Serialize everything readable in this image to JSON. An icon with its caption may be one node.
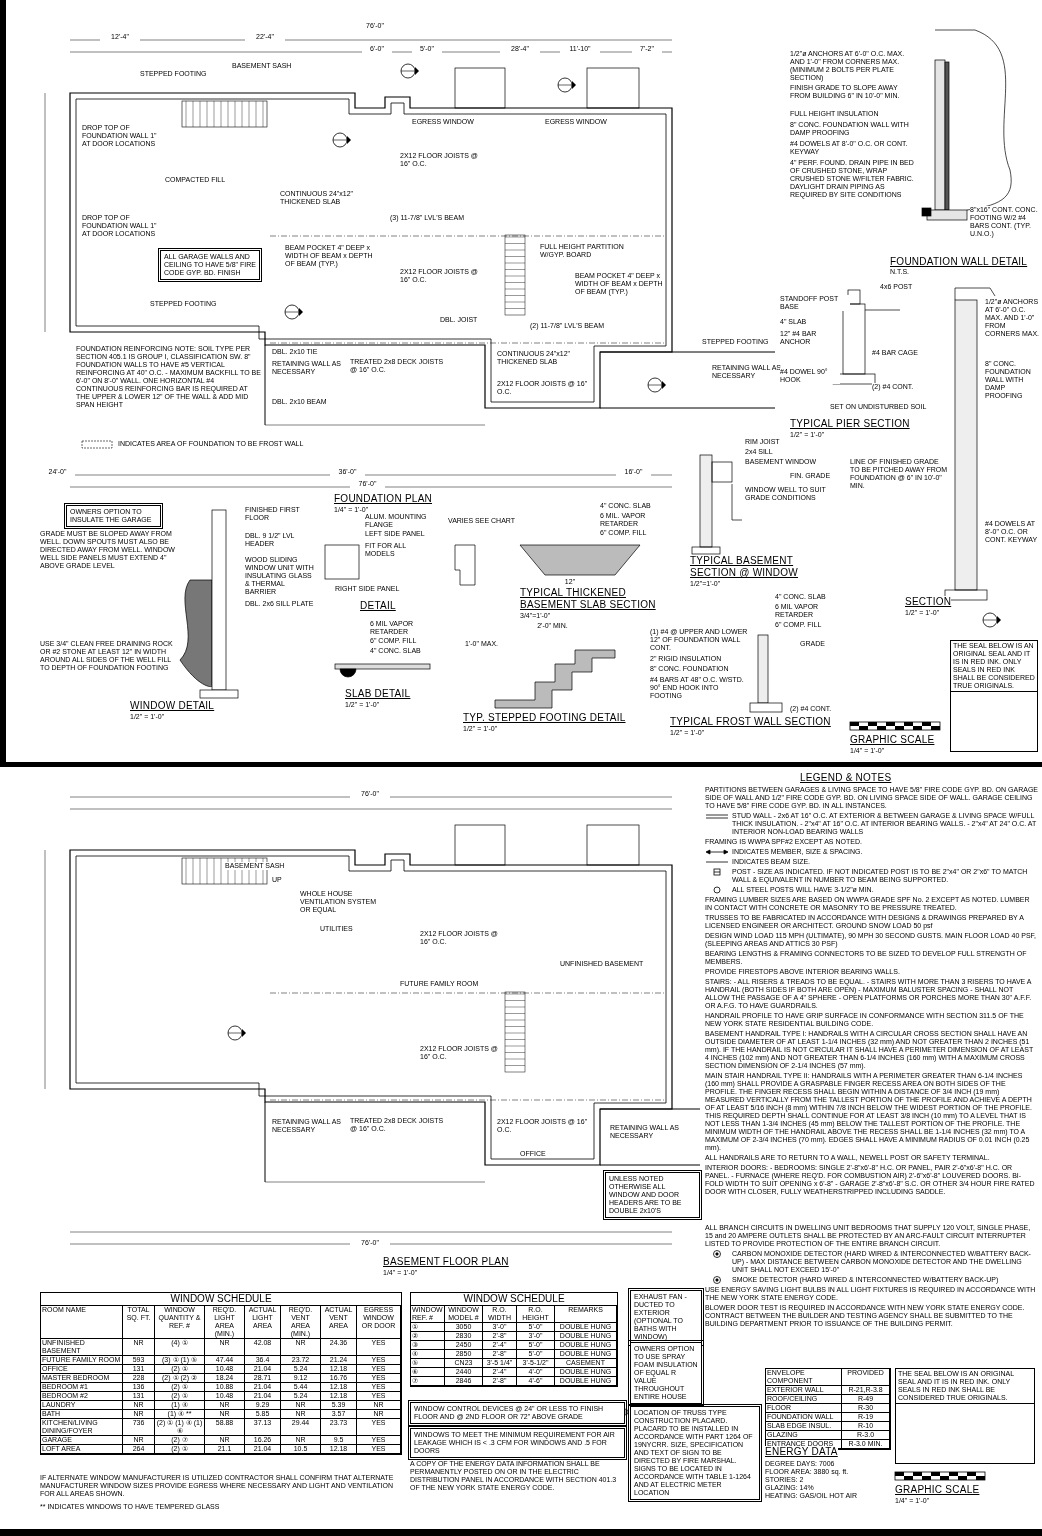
{
  "diagram": {
    "labels": [
      "76'-0\"",
      "12'-4\"",
      "22'-4\"",
      "6'-0\"",
      "5'-0\"",
      "28'-4\"",
      "11'-10\"",
      "7'-2\"",
      "STEPPED FOOTING",
      "BASEMENT SASH",
      "EGRESS WINDOW",
      "EGRESS WINDOW",
      "DROP TOP OF FOUNDATION WALL 1\" AT DOOR LOCATIONS",
      "DROP TOP OF FOUNDATION WALL 1\" AT DOOR LOCATIONS",
      "COMPACTED FILL",
      "2X12 FLOOR JOISTS @ 16\" O.C.",
      "CONTINUOUS 24\"x12\" THICKENED SLAB",
      "(3) 11-7/8\" LVL'S BEAM",
      "ALL GARAGE WALLS AND CEILING TO HAVE 5/8\" FIRE CODE GYP. BD. FINISH",
      "BEAM POCKET 4\" DEEP x WIDTH OF BEAM x DEPTH OF BEAM (TYP.)",
      "2X12 FLOOR JOISTS @ 16\" O.C.",
      "STEPPED FOOTING",
      "DBL. JOIST",
      "FULL HEIGHT PARTITION W/GYP. BOARD",
      "BEAM POCKET 4\" DEEP x WIDTH OF BEAM x DEPTH OF BEAM (TYP.)",
      "(2) 11-7/8\" LVL'S BEAM",
      "CONTINUOUS 24\"x12\" THICKENED SLAB",
      "2X12 FLOOR JOISTS @ 16\" O.C.",
      "STEPPED FOOTING",
      "RETAINING WALL AS NECESSARY",
      "DBL. 2x10 TIE",
      "RETAINING WALL AS NECESSARY",
      "TREATED 2x8 DECK JOISTS @ 16\" O.C.",
      "DBL. 2x10 BEAM",
      "FOUNDATION REINFORCING NOTE: SOIL TYPE PER SECTION 405.1 IS GROUP I, CLASSIFICATION SW. 8\" FOUNDATION WALLS TO HAVE #5 VERTICAL REINFORCING AT 40\" O.C. - MAXIMUM BACKFILL TO BE 6'-0\" ON 8'-0\" WALL. ONE HORIZONTAL #4 CONTINUOUS REINFORCING BAR IS REQUIRED AT THE UPPER & LOWER 12\" OF THE WALL & ADD MID SPAN HEIGHT",
      "INDICATES AREA OF FOUNDATION TO BE FROST WALL",
      "24'-0\"",
      "36'-0\"",
      "16'-0\"",
      "76'-0\"",
      "FOUNDATION PLAN",
      "1/4\" = 1'-0\"",
      "1/2\"ø ANCHORS AT 6'-0\" O.C. MAX. AND 1'-0\" FROM CORNERS MAX. (MINIMUM 2 BOLTS PER PLATE SECTION)",
      "FINISH GRADE TO SLOPE AWAY FROM BUILDING 6\" IN 10'-0\" MIN.",
      "FULL HEIGHT INSULATION",
      "8\" CONC. FOUNDATION WALL WITH DAMP PROOFING",
      "#4 DOWELS AT 8'-0\" O.C. OR CONT. KEYWAY",
      "4\" PERF. FOUND. DRAIN PIPE IN BED OF CRUSHED STONE, WRAP CRUSHED STONE W/FILTER FABRIC. DAYLIGHT DRAIN PIPING AS REQUIRED BY SITE CONDITIONS",
      "8\"x16\" CONT. CONC. FOOTING W/2 #4 BARS CONT. (TYP. U.N.O.)",
      "FOUNDATION WALL DETAIL",
      "N.T.S.",
      "4x6 POST",
      "STANDOFF POST BASE",
      "4\" SLAB",
      "12\" #4 BAR ANCHOR",
      "#4 BAR CAGE",
      "#4 DOWEL 90° HOOK",
      "(2) #4 CONT.",
      "SET ON UNDISTURBED SOIL",
      "TYPICAL PIER SECTION",
      "1/2\" = 1'-0\"",
      "1/2\"ø ANCHORS AT 6'-0\" O.C. MAX. AND 1'-0\" FROM CORNERS MAX.",
      "8\" CONC. FOUNDATION WALL WITH DAMP PROOFING",
      "LINE OF FINISHED GRADE TO BE PITCHED AWAY FROM FOUNDATION @ 6\" IN 10'-0\" MIN.",
      "#4 DOWELS AT 8'-0\" O.C. OR CONT. KEYWAY",
      "SECTION",
      "1/2\" = 1'-0\"",
      "RIM JOIST",
      "2x4 SILL",
      "BASEMENT WINDOW",
      "FIN. GRADE",
      "WINDOW WELL TO SUIT GRADE CONDITIONS",
      "TYPICAL BASEMENT SECTION @ WINDOW",
      "1/2\"=1'-0\"",
      "OWNERS OPTION TO INSULATE THE GARAGE",
      "GRADE MUST BE SLOPED AWAY FROM WELL. DOWN SPOUTS MUST ALSO BE DIRECTED AWAY FROM WELL. WINDOW WELL SIDE PANELS MUST EXTEND 4\" ABOVE GRADE LEVEL",
      "FINISHED FIRST FLOOR",
      "DBL. 9 1/2\" LVL HEADER",
      "WOOD SLIDING WINDOW UNIT WITH INSULATING GLASS & THERMAL BARRIER",
      "DBL. 2x6 SILL PLATE",
      "USE 3/4\" CLEAN FREE DRAINING ROCK OR #2 STONE AT LEAST 12\" IN WIDTH AROUND ALL SIDES OF THE WELL FILL TO DEPTH OF FOUNDATION FOOTING",
      "WINDOW DETAIL",
      "1/2\" = 1'-0\"",
      "ALUM. MOUNTING FLANGE",
      "LEFT SIDE PANEL",
      "FIT FOR ALL MODELS",
      "RIGHT SIDE PANEL",
      "VARIES SEE CHART",
      "DETAIL",
      "6 MIL VAPOR RETARDER",
      "6\" COMP. FILL",
      "4\" CONC. SLAB",
      "SLAB DETAIL",
      "1/2\" = 1'-0\"",
      "4\" CONC. SLAB",
      "6 MIL. VAPOR RETARDER",
      "6\" COMP. FILL",
      "12\"",
      "TYPICAL THICKENED BASEMENT SLAB SECTION",
      "3/4\"=1'-0\"",
      "2'-0\" MIN.",
      "1'-0\" MAX.",
      "TYP. STEPPED FOOTING DETAIL",
      "1/2\" = 1'-0\"",
      "4\" CONC. SLAB",
      "6 MIL VAPOR RETARDER",
      "6\" COMP. FILL",
      "GRADE",
      "(1) #4 @ UPPER AND LOWER 12\" OF FOUNDATION WALL CONT.",
      "2\" RIGID INSULATION",
      "8\" CONC. FOUNDATION",
      "#4 BARS AT 48\" O.C. W/STD. 90° END HOOK INTO FOOTING",
      "(2) #4 CONT.",
      "TYPICAL FROST WALL SECTION",
      "1/2\" = 1'-0\"",
      "GRAPHIC SCALE",
      "1/4\" = 1'-0\"",
      "THE SEAL BELOW IS AN ORIGINAL SEAL AND IT IS IN RED INK. ONLY SEALS IN RED INK SHALL BE CONSIDERED TRUE ORIGINALS.",
      "76'-0\"",
      "BASEMENT SASH",
      "UP",
      "WHOLE HOUSE VENTILATION SYSTEM OR EQUAL",
      "UTILITIES",
      "2X12 FLOOR JOISTS @ 16\" O.C.",
      "UNFINISHED BASEMENT",
      "FUTURE FAMILY ROOM",
      "2X12 FLOOR JOISTS @ 16\" O.C.",
      "RETAINING WALL AS NECESSARY",
      "TREATED 2x8 DECK JOISTS @ 16\" O.C.",
      "2X12 FLOOR JOISTS @ 16\" O.C.",
      "RETAINING WALL AS NECESSARY",
      "OFFICE",
      "UNLESS NOTED OTHERWISE ALL WINDOW AND DOOR HEADERS ARE TO BE DOUBLE 2x10'S",
      "76'-0\"",
      "BASEMENT FLOOR PLAN",
      "1/4\" = 1'-0\"",
      "LEGEND & NOTES",
      "PARTITIONS BETWEEN GARAGES & LIVING SPACE TO HAVE 5/8\" FIRE CODE GYP. BD. ON GARAGE SIDE OF WALL AND 1/2\" FIRE CODE GYP. BD. ON LIVING SPACE SIDE OF WALL. GARAGE CEILING TO HAVE 5/8\" FIRE CODE GYP. BD. IN ALL INSTANCES.",
      "STUD WALL - 2x6 AT 16\" O.C. AT EXTERIOR & BETWEEN GARAGE & LIVING SPACE W/FULL THICK INSULATION. - 2\"x4\" AT 16\" O.C. AT INTERIOR BEARING WALLS. - 2\"x4\" AT 24\" O.C. AT INTERIOR NON-LOAD BEARING WALLS",
      "FRAMING IS WWPA SPF#2 EXCEPT AS NOTED.",
      "INDICATES MEMBER, SIZE & SPACING.",
      "INDICATES BEAM SIZE.",
      "POST - SIZE AS INDICATED. IF NOT INDICATED POST IS TO BE 2\"x4\" OR 2\"x6\" TO MATCH WALL & EQUIVALENT IN NUMBER TO BEAM BEING SUPPORTED.",
      "ALL STEEL POSTS WILL HAVE 3-1/2\"ø MIN.",
      "FRAMING LUMBER SIZES ARE BASED ON WWPA GRADE SPF No. 2 EXCEPT AS NOTED. LUMBER IN CONTACT WITH CONCRETE OR MASONRY TO BE PRESSURE TREATED.",
      "TRUSSES TO BE FABRICATED IN ACCORDANCE WITH DESIGNS & DRAWINGS PREPARED BY A LICENSED ENGINEER OR ARCHITECT. GROUND SNOW LOAD 50 psf",
      "DESIGN WIND LOAD 115 MPH (ULTIMATE), 90 MPH 30 SECOND GUSTS. MAIN FLOOR LOAD 40 PSF, (SLEEPING AREAS AND ATTICS 30 PSF)",
      "BEARING LENGTHS & FRAMING CONNECTORS TO BE SIZED TO DEVELOP FULL STRENGTH OF MEMBERS.",
      "PROVIDE FIRESTOPS ABOVE INTERIOR BEARING WALLS.",
      "STAIRS: - ALL RISERS & TREADS TO BE EQUAL. - STAIRS WITH MORE THAN 3 RISERS TO HAVE A HANDRAIL (BOTH SIDES IF BOTH ARE OPEN) - MAXIMUM BALUSTER SPACING - SHALL NOT ALLOW THE PASSAGE OF A 4\" SPHERE - OPEN PLATFORMS OR PORCHES MORE THAN 30\" A.F.F. OR A.F.G. TO HAVE GUARDRAILS.",
      "HANDRAIL PROFILE TO HAVE GRIP SURFACE IN CONFORMANCE WITH SECTION 311.5 OF THE NEW YORK STATE RESIDENTIAL BUILDING CODE.",
      "BASEMENT HANDRAIL TYPE I: HANDRAILS WITH A CIRCULAR CROSS SECTION SHALL HAVE AN OUTSIDE DIAMETER OF AT LEAST 1-1/4 INCHES (32 mm) AND NOT GREATER THAN 2 INCHES (51 mm). IF THE HANDRAIL IS NOT CIRCULAR IT SHALL HAVE A PERIMETER DIMENSION OF AT LEAST 4 INCHES (102 mm) AND NOT GREATER THAN 6-1/4 INCHES (160 mm) WITH A MAXIMUM CROSS SECTION DIMENSION OF 2-1/4 INCHES (57 mm).",
      "MAIN STAIR HANDRAIL TYPE II: HANDRAILS WITH A PERIMETER GREATER THAN 6-1/4 INCHES (160 mm) SHALL PROVIDE A GRASPABLE FINGER RECESS AREA ON BOTH SIDES OF THE PROFILE. THE FINGER RECESS SHALL BEGIN WITHIN A DISTANCE OF 3/4 INCH (19 mm) MEASURED VERTICALLY FROM THE TALLEST PORTION OF THE PROFILE AND ACHIEVE A DEPTH OF AT LEAST 5/16 INCH (8 mm) WITHIN 7/8 INCH BELOW THE WIDEST PORTION OF THE PROFILE. THIS REQUIRED DEPTH SHALL CONTINUE FOR AT LEAST 3/8 INCH (10 mm) TO A LEVEL THAT IS NOT LESS THAN 1-3/4 INCHES (45 mm) BELOW THE TALLEST PORTION OF THE PROFILE. THE MINIMUM WIDTH OF THE HANDRAIL ABOVE THE RECESS SHALL BE 1-1/4 INCHES (32 mm) TO A MAXIMUM OF 2-3/4 INCHES (70 mm). EDGES SHALL HAVE A MINIMUM RADIUS OF 0.01 INCH (0.25 mm).",
      "ALL HANDRAILS ARE TO RETURN TO A WALL, NEWELL POST OR SAFETY TERMINAL.",
      "INTERIOR DOORS: - BEDROOMS: SINGLE 2'-8\"x6'-8\" H.C. OR PANEL, PAIR 2'-6\"x6'-8\" H.C. OR PANEL. - FURNACE (WHERE REQ'D. FOR COMBUSTION AIR) 2'-6\"x6'-8\" LOUVERED DOORS. BI-FOLD WIDTH TO SUIT OPENING x 6'-8\" - GARAGE 2'-8\"x6'-8\" S.C. OR OTHER 3/4 HOUR FIRE RATED DOOR WITH CLOSER, FULLY WEATHERSTRIPPED INCLUDING SADDLE.",
      "ALL BRANCH CIRCUITS IN DWELLING UNIT BEDROOMS THAT SUPPLY 120 VOLT, SINGLE PHASE, 15 and 20 AMPERE OUTLETS SHALL BE PROTECTED BY AN ARC-FAULT CIRCUIT INTERRUPTER LISTED TO PROVIDE PROTECTION OF THE ENTIRE BRANCH CIRCUIT.",
      "CARBON MONOXIDE DETECTOR (HARD WIRED & INTERCONNECTED W/BATTERY BACK-UP) - MAX DISTANCE BETWEEN CARBON MONOXIDE DETECTOR AND THE DWELLING UNIT SHALL NOT EXCEED 15'-0\"",
      "SMOKE DETECTOR (HARD WIRED & INTERCONNECTED W/BATTERY BACK-UP)",
      "USE ENERGY SAVING LIGHT BULBS IN ALL LIGHT FIXTURES IS REQUIRED IN ACCORDANCE WITH THE NEW YORK STATE ENERGY CODE.",
      "BLOWER DOOR TEST IS REQUIRED IN ACCORDANCE WITH NEW YORK STATE ENERGY CODE. CONTRACT BETWEEN THE BUILDER AND TESTING AGENCY SHALL BE SUBMITTED TO THE BUILDING DEPARTMENT PRIOR TO ISSUANCE OF THE BUILDING PERMIT.",
      "WINDOW SCHEDULE",
      "ROOM NAME",
      "TOTAL SQ. FT.",
      "WINDOW QUANTITY & REF. #",
      "REQ'D. LIGHT AREA (MIN.)",
      "ACTUAL LIGHT AREA",
      "REQ'D. VENT AREA (MIN.)",
      "ACTUAL VENT AREA",
      "EGRESS WINDOW OR DOOR",
      "UNFINISHED BASEMENT",
      "NR",
      "(4) ①",
      "NR",
      "42.08",
      "NR",
      "24.36",
      "YES",
      "FUTURE FAMILY ROOM",
      "593",
      "(3) ① (1) ⑤",
      "47.44",
      "36.4",
      "23.72",
      "21.24",
      "YES",
      "OFFICE",
      "131",
      "(2) ①",
      "10.48",
      "21.04",
      "5.24",
      "12.18",
      "YES",
      "MASTER BEDROOM",
      "228",
      "(2) ① (2) ②",
      "18.24",
      "28.71",
      "9.12",
      "16.76",
      "YES",
      "BEDROOM #1",
      "136",
      "(2) ①",
      "10.88",
      "21.04",
      "5.44",
      "12.18",
      "YES",
      "BEDROOM #2",
      "131",
      "(2) ①",
      "10.48",
      "21.04",
      "5.24",
      "12.18",
      "YES",
      "LAUNDRY",
      "NR",
      "(1) ④",
      "NR",
      "9.29",
      "NR",
      "5.39",
      "NR",
      "BATH",
      "NR",
      "(1) ④ **",
      "NR",
      "5.85",
      "NR",
      "3.57",
      "NR",
      "KITCHEN/LIVING DINING/FOYER",
      "736",
      "(2) ① (1) ④ (1) ⑥",
      "58.88",
      "37.13",
      "29.44",
      "23.73",
      "YES",
      "GARAGE",
      "NR",
      "(2) ⑦",
      "NR",
      "16.26",
      "NR",
      "9.5",
      "YES",
      "LOFT AREA",
      "264",
      "(2) ①",
      "21.1",
      "21.04",
      "10.5",
      "12.18",
      "YES",
      "IF ALTERNATE WINDOW MANUFACTURER IS UTILIZED CONTRACTOR SHALL CONFIRM THAT ALTERNATE MANUFACTURER WINDOW SIZES PROVIDE EGRESS WHERE NECESSARY AND LIGHT AND VENTILATION FOR ALL AREAS SHOWN.",
      "** INDICATES WINDOWS TO HAVE TEMPERED GLASS",
      "WINDOW SCHEDULE",
      "WINDOW REF. #",
      "WINDOW MODEL #",
      "R.O. WIDTH",
      "R.O. HEIGHT",
      "REMARKS",
      "①",
      "3050",
      "3'-0\"",
      "5'-0\"",
      "DOUBLE HUNG",
      "②",
      "2830",
      "2'-8\"",
      "3'-0\"",
      "DOUBLE HUNG",
      "③",
      "2450",
      "2'-4\"",
      "5'-0\"",
      "DOUBLE HUNG",
      "④",
      "2850",
      "2'-8\"",
      "5'-0\"",
      "DOUBLE HUNG",
      "⑤",
      "CN23",
      "3'-5 1/4\"",
      "3'-5-1/2\"",
      "CASEMENT",
      "⑥",
      "2440",
      "2'-4\"",
      "4'-0\"",
      "DOUBLE HUNG",
      "⑦",
      "2846",
      "2'-8\"",
      "4'-6\"",
      "DOUBLE HUNG",
      "WINDOW CONTROL DEVICES @ 24\" OR LESS TO FINISH FLOOR AND @ 2ND FLOOR OR 72\" ABOVE GRADE",
      "WINDOWS TO MEET THE MINIMUM REQUIREMENT FOR AIR LEAKAGE WHICH IS < .3 CFM FOR WINDOWS AND .5 FOR DOORS",
      "EXHAUST FAN - DUCTED TO EXTERIOR (OPTIONAL TO BATHS WITH WINDOW)",
      "OWNERS OPTION TO USE SPRAY FOAM INSULATION OF EQUAL R VALUE THROUGHOUT ENTIRE HOUSE",
      "ENVELOPE COMPONENT",
      "PROVIDED",
      "EXTERIOR WALL",
      "R-21,R-3.8",
      "ROOF/CEILING",
      "R-49",
      "FLOOR",
      "R-30",
      "FOUNDATION WALL",
      "R-19",
      "SLAB EDGE INSUL.",
      "R-10",
      "GLAZING",
      "R-3.0",
      "ENTRANCE DOORS",
      "R-3.0 MIN.",
      "A COPY OF THE ENERGY DATA INFORMATION SHALL BE PERMANENTLY POSTED ON OR IN THE ELECTRIC DISTRIBUTION PANEL IN ACCORDANCE WITH SECTION 401.3 OF THE NEW YORK STATE ENERGY CODE.",
      "LOCATION OF TRUSS TYPE CONSTRUCTION PLACARD. PLACARD TO BE INSTALLED IN ACCORDANCE WITH PART 1264 OF 19NYCRR. SIZE, SPECIFICATION AND TEXT OF SIGN TO BE DIRECTED BY FIRE MARSHAL. SIGNS TO BE LOCATED IN ACCORDANCE WITH TABLE 1-1264 AND AT ELECTRIC METER LOCATION",
      "ENERGY DATA",
      "DEGREE DAYS: 7006",
      "FLOOR AREA: 3880 sq. ft.",
      "STORIES: 2",
      "GLAZING: 14%",
      "HEATING: GAS/OIL HOT AIR",
      "GRAPHIC SCALE",
      "1/4\" = 1'-0\"",
      "THE SEAL BELOW IS AN ORIGINAL SEAL AND IT IS IN RED INK. ONLY SEALS IN RED INK SHALL BE CONSIDERED TRUE ORIGINALS."
    ]
  }
}
